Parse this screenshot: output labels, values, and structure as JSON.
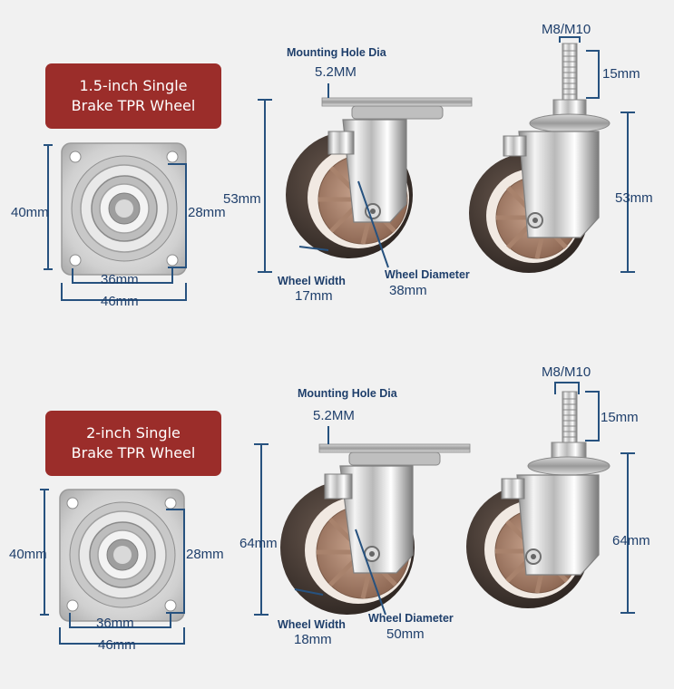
{
  "colors": {
    "title_bg": "#9b2d2a",
    "dimension": "#27527f",
    "label_text": "#1f3f6b"
  },
  "sections": [
    {
      "title": [
        "1.5-inch Single",
        "Brake TPR Wheel"
      ],
      "plate": {
        "height": "40mm",
        "hole_vertical": "28mm",
        "hole_horizontal": "36mm",
        "width": "46mm"
      },
      "side": {
        "mounting_label": "Mounting Hole Dia",
        "mounting_value": "5.2MM",
        "height": "53mm",
        "wheel_width_label": "Wheel Width",
        "wheel_width_value": "17mm",
        "wheel_diameter_label": "Wheel Diameter",
        "wheel_diameter_value": "38mm"
      },
      "stem": {
        "thread": "M8/M10",
        "thread_length": "15mm",
        "height": "53mm"
      }
    },
    {
      "title": [
        "2-inch Single",
        "Brake TPR Wheel"
      ],
      "plate": {
        "height": "40mm",
        "hole_vertical": "28mm",
        "hole_horizontal": "36mm",
        "width": "46mm"
      },
      "side": {
        "mounting_label": "Mounting Hole Dia",
        "mounting_value": "5.2MM",
        "height": "64mm",
        "wheel_width_label": "Wheel Width",
        "wheel_width_value": "18mm",
        "wheel_diameter_label": "Wheel Diameter",
        "wheel_diameter_value": "50mm"
      },
      "stem": {
        "thread": "M8/M10",
        "thread_length": "15mm",
        "height": "64mm"
      }
    }
  ]
}
